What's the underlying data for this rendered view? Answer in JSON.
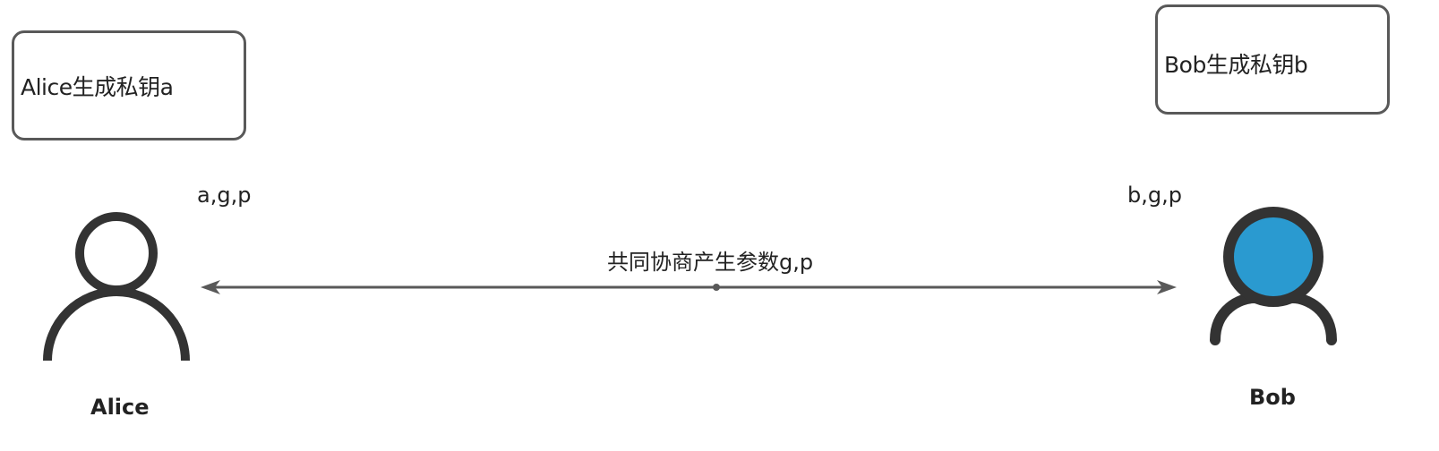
{
  "diagram": {
    "alice_note": "Alice生成私钥a",
    "bob_note": "Bob生成私钥b",
    "alice_params": "a,g,p",
    "bob_params": "b,g,p",
    "exchange_label": "共同协商产生参数g,p",
    "alice_name": "Alice",
    "bob_name": "Bob"
  },
  "colors": {
    "outline": "#333333",
    "bob_fill": "#2a9ad0",
    "arrow": "#595959"
  },
  "icons": {
    "alice": "person-outline-icon",
    "bob": "person-filled-icon"
  }
}
